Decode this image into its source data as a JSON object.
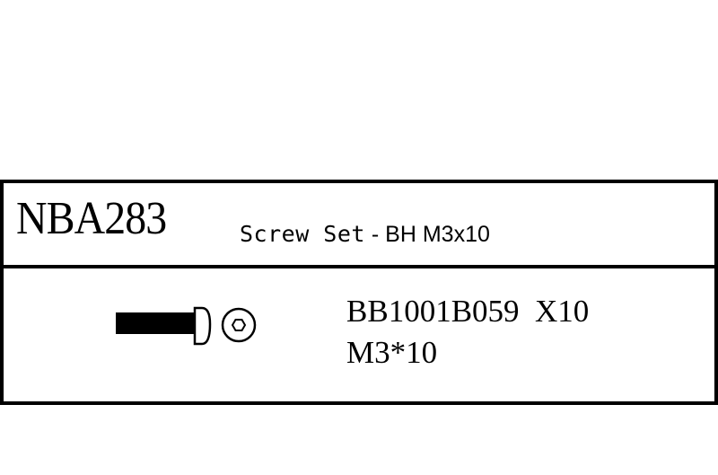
{
  "header": {
    "part_number": "NBA283",
    "title_prefix": "Screw Set",
    "title_suffix": " - BH M3x10"
  },
  "parts": [
    {
      "icon": "button-head-hex-screw-icon",
      "code_line": "BB1001B059  X10",
      "size_line": "M3*10"
    }
  ],
  "colors": {
    "line": "#000000",
    "background": "#ffffff"
  }
}
